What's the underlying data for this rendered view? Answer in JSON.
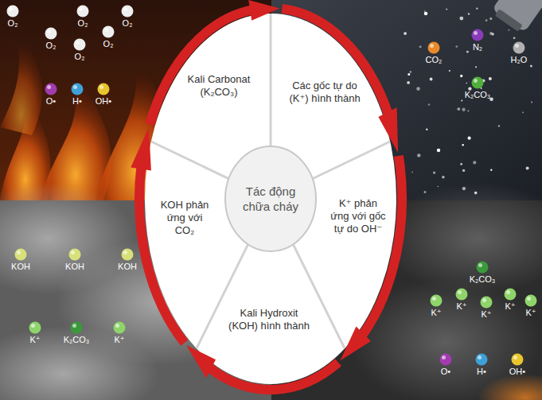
{
  "diagram": {
    "nodes": [
      {
        "text": [
          "Kali Carbonat (K₂CO₃)"
        ]
      },
      {
        "text": [
          "Các gốc tự do (K⁺) hình thành"
        ]
      },
      {
        "text": [
          "K⁺ phản ứng với gốc tự do OH⁻"
        ]
      },
      {
        "text": [
          "Kali Hydroxit (KOH) hình thành"
        ]
      },
      {
        "text": [
          "KOH phản ứng với CO₂"
        ]
      },
      {
        "text": [
          "Tác động chữa cháy"
        ]
      }
    ],
    "edges": [
      {
        "from": 0,
        "to": 1,
        "arrow": "to"
      },
      {
        "from": 1,
        "to": 2,
        "arrow": "to"
      },
      {
        "from": 2,
        "to": 3,
        "arrow": "to"
      },
      {
        "from": 3,
        "to": 4,
        "arrow": "to"
      },
      {
        "from": 4,
        "to": 0,
        "arrow": "to"
      }
    ],
    "labels": [
      "O₂",
      "O₂",
      "O₂",
      "O₂",
      "O₂",
      "O₂",
      "O•",
      "H•",
      "OH•",
      "CO₂",
      "N₂",
      "H₂O",
      "K₂CO₃",
      "KOH",
      "KOH",
      "KOH",
      "K⁺",
      "K₂CO₃",
      "K⁺",
      "K₂CO₃",
      "K⁺",
      "K⁺",
      "K⁺",
      "K⁺",
      "K⁺",
      "O•",
      "H•",
      "OH•"
    ]
  }
}
